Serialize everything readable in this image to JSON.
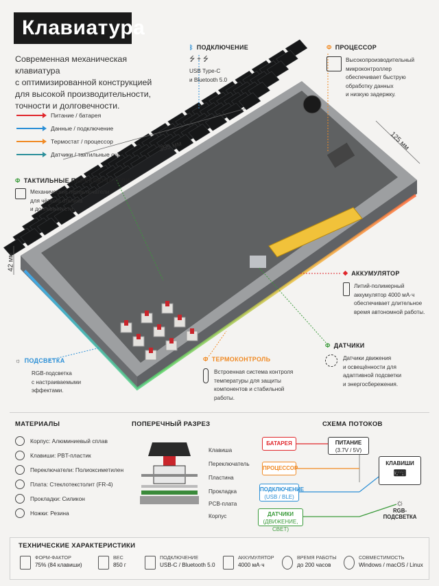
{
  "title": "Клавиатура",
  "intro": [
    "Современная механическая клавиатура",
    "с оптимизированной конструкцией",
    "для высокой производительности,",
    "точности и долговечности."
  ],
  "legend": [
    {
      "label": "Питание / батарея",
      "color": "#e0262b"
    },
    {
      "label": "Данные / подключение",
      "color": "#2b8fd6"
    },
    {
      "label": "Термостат / процессор",
      "color": "#f08a24"
    },
    {
      "label": "Датчики / тактильные ощущения",
      "color": "#2b8f9a"
    }
  ],
  "dims": {
    "width": "355 мм",
    "depth": "125 мм",
    "height": "42 мм"
  },
  "callouts": {
    "connection": {
      "title": "ПОДКЛЮЧЕНИЕ",
      "lines": [
        "USB Type-C",
        "и Bluetooth 5.0"
      ],
      "color": "#2b8fd6"
    },
    "processor": {
      "title": "ПРОЦЕССОР",
      "lines": [
        "Высокопроизводительный",
        "микроконтроллер",
        "обеспечивает быструю",
        "обработку данных",
        "и низкую задержку."
      ],
      "color": "#f08a24"
    },
    "switches": {
      "title": "ТАКТИЛЬНЫЕ ПЕРЕКЛЮЧАТЕЛИ",
      "lines": [
        "Механические переключатели",
        "для чёткого отклика",
        "и долговечности."
      ],
      "color": "#3a9a3a"
    },
    "battery": {
      "title": "АККУМУЛЯТОР",
      "lines": [
        "Литий-полимерный",
        "аккумулятор 4000 мА·ч",
        "обеспечивает длительное",
        "время автономной работы."
      ],
      "color": "#e0262b"
    },
    "sensors": {
      "title": "ДАТЧИКИ",
      "lines": [
        "Датчики движения",
        "и освещённости для",
        "адаптивной подсветки",
        "и энергосбережения."
      ],
      "color": "#3a9a3a"
    },
    "backlight": {
      "title": "ПОДСВЕТКА",
      "lines": [
        "RGB-подсветка",
        "с настраиваемыми",
        "эффектами."
      ],
      "color": "#2b8fd6"
    },
    "thermal": {
      "title": "ТЕРМОКОНТРОЛЬ",
      "lines": [
        "Встроенная система контроля",
        "температуры для защиты",
        "компонентов и стабильной",
        "работы."
      ],
      "color": "#f08a24"
    }
  },
  "materials": {
    "title": "МАТЕРИАЛЫ",
    "items": [
      "Корпус: Алюминиевый сплав",
      "Клавиши: PBT-пластик",
      "Переключатели: Полиоксиметилен",
      "Плата: Стеклотекстолит (FR-4)",
      "Прокладки: Силикон",
      "Ножки: Резина"
    ]
  },
  "cross_section": {
    "title": "ПОПЕРЕЧНЫЙ РАЗРЕЗ",
    "labels": [
      "Клавиша",
      "Переключатель",
      "Пластина",
      "Прокладка",
      "PCB-плата",
      "Корпус"
    ]
  },
  "flow": {
    "title": "СХЕМА ПОТОКОВ",
    "power": {
      "label": "ПИТАНИЕ",
      "sub": "(3.7V / 5V)"
    },
    "battery": {
      "label": "БАТАРЕЯ",
      "color": "#e0262b"
    },
    "processor": {
      "label": "ПРОЦЕССОР",
      "color": "#f08a24"
    },
    "connection": {
      "label": "ПОДКЛЮЧЕНИЕ",
      "sub": "(USB / BLE)",
      "color": "#2b8fd6"
    },
    "sensors": {
      "label": "ДАТЧИКИ",
      "sub": "(ДВИЖЕНИЕ, СВЕТ)",
      "color": "#3a9a3a"
    },
    "keys": {
      "label": "КЛАВИШИ"
    },
    "rgb": {
      "label": "RGB-ПОДСВЕТКА"
    }
  },
  "specs": {
    "title": "ТЕХНИЧЕСКИЕ ХАРАКТЕРИСТИКИ",
    "items": [
      {
        "label": "ФОРМ-ФАКТОР",
        "value": "75% (84 клавиши)"
      },
      {
        "label": "ВЕС",
        "value": "850 г"
      },
      {
        "label": "ПОДКЛЮЧЕНИЕ",
        "value": "USB-C / Bluetooth 5.0"
      },
      {
        "label": "АККУМУЛЯТОР",
        "value": "4000 мА·ч"
      },
      {
        "label": "ВРЕМЯ РАБОТЫ",
        "value": "до 200 часов"
      },
      {
        "label": "СОВМЕСТИМОСТЬ",
        "value": "Windows / macOS / Linux"
      }
    ]
  }
}
